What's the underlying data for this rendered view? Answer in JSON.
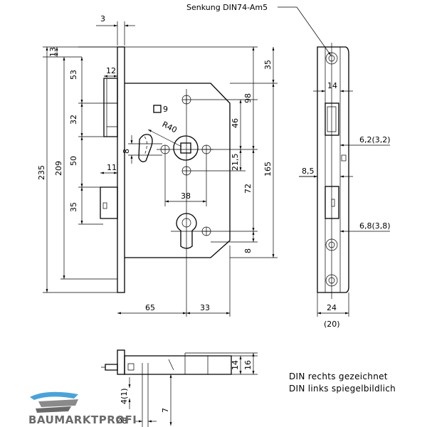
{
  "annotation": "Senkung DIN74-Am5",
  "note": {
    "line1": "DIN rechts gezeichnet",
    "line2": "DIN links spiegelbildlich"
  },
  "logo": {
    "text": "BAUMARKTPROFI"
  },
  "front_view": {
    "dims": {
      "d3": "3",
      "d13": "13",
      "d53": "53",
      "d12": "12",
      "d32": "32",
      "d209": "209",
      "d235": "235",
      "d50": "50",
      "d11": "11",
      "d35": "35",
      "d8": "8",
      "r40": "R40",
      "sq9": "9",
      "d38": "38",
      "d65": "65",
      "d33": "33",
      "d46": "46",
      "d21_5": "21,5",
      "d72": "72",
      "d98": "98",
      "d165": "165",
      "d35r": "35",
      "d8r": "8"
    }
  },
  "side_view": {
    "dims": {
      "d14": "14",
      "d62": "6,2(3,2)",
      "d85": "8,5",
      "d68": "6,8(3,8)",
      "d24": "24",
      "d20": "(20)"
    }
  },
  "bottom_view": {
    "dims": {
      "d14": "14",
      "d16": "16",
      "d41": "4(1)",
      "d7": "7",
      "phi8": "Ø8"
    }
  }
}
